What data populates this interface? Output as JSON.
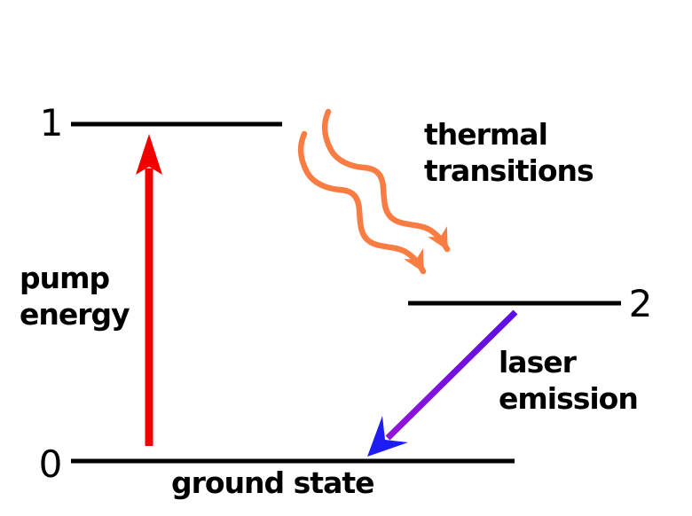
{
  "diagram": {
    "kind": "three-level laser energy diagram"
  },
  "colors": {
    "background": "#ffffff",
    "level_line": "#000000",
    "text": "#000000",
    "pump_arrow": "#f10000",
    "thermal_wave": "#f97c43",
    "laser_shaft_top": "#5b0de8",
    "laser_shaft_bottom": "#9414d8",
    "laser_arrowhead": "#1e1ef2"
  },
  "levels": [
    {
      "digit": "1"
    },
    {
      "digit": "2"
    },
    {
      "digit": "0"
    }
  ],
  "labels": {
    "pump_line1": "pump",
    "pump_line2": "energy",
    "thermal_line1": "thermal",
    "thermal_line2": "transitions",
    "laser_line1": "laser",
    "laser_line2": "emission",
    "ground": "ground state"
  }
}
